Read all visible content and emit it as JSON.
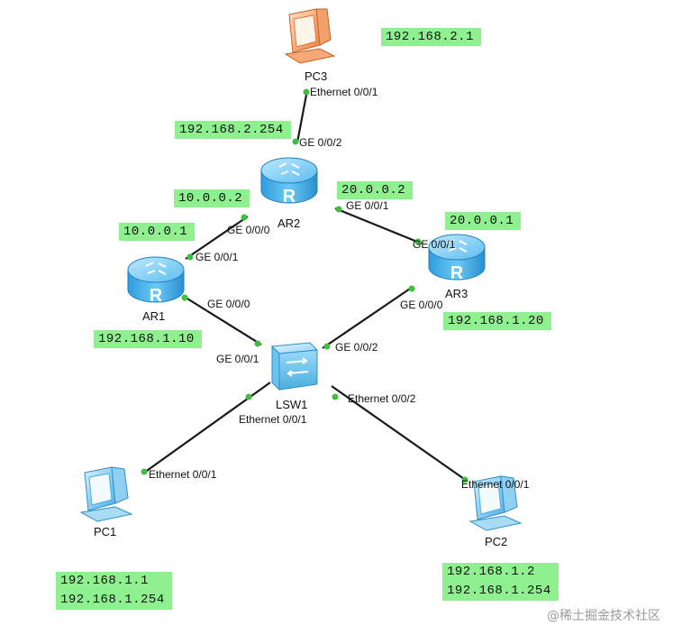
{
  "devices": {
    "pc3": "PC3",
    "ar2": "AR2",
    "ar1": "AR1",
    "ar3": "AR3",
    "lsw1": "LSW1",
    "pc1": "PC1",
    "pc2": "PC2"
  },
  "ports": {
    "pc3_eth": "Ethernet 0/0/1",
    "ar2_ge002": "GE 0/0/2",
    "ar2_ge001": "GE 0/0/1",
    "ar2_ge000": "GE 0/0/0",
    "ar1_ge001": "GE 0/0/1",
    "ar1_ge000": "GE 0/0/0",
    "ar3_ge001": "GE 0/0/1",
    "ar3_ge000": "GE 0/0/0",
    "lsw_ge002": "GE 0/0/2",
    "lsw_ge001": "GE 0/0/1",
    "lsw_eth002": "Ethernet 0/0/2",
    "lsw_eth001": "Ethernet 0/0/1",
    "pc1_eth": "Ethernet 0/0/1",
    "pc2_eth": "Ethernet 0/0/1"
  },
  "addresses": {
    "pc3_ip": "192.168.2.1",
    "ar2_g2_ip": "192.168.2.254",
    "ar2_g0_ip": "10.0.0.2",
    "ar2_g1_ip": "20.0.0.2",
    "ar1_g1_ip": "10.0.0.1",
    "ar3_g1_ip": "20.0.0.1",
    "ar1_g0_ip": "192.168.1.10",
    "ar3_g0_ip": "192.168.1.20",
    "pc1_ip": "192.168.1.1",
    "pc1_gw": "192.168.1.254",
    "pc2_ip": "192.168.1.2",
    "pc2_gw": "192.168.1.254"
  },
  "watermark": "@稀土掘金技术社区",
  "colors": {
    "label_bg": "#8ff08f",
    "link": "#1a1a1a",
    "port_dot": "#3fbf3f",
    "router": "#3da8e6",
    "pc_blue": "#4fb5e8",
    "pc_orange": "#f0874a"
  }
}
